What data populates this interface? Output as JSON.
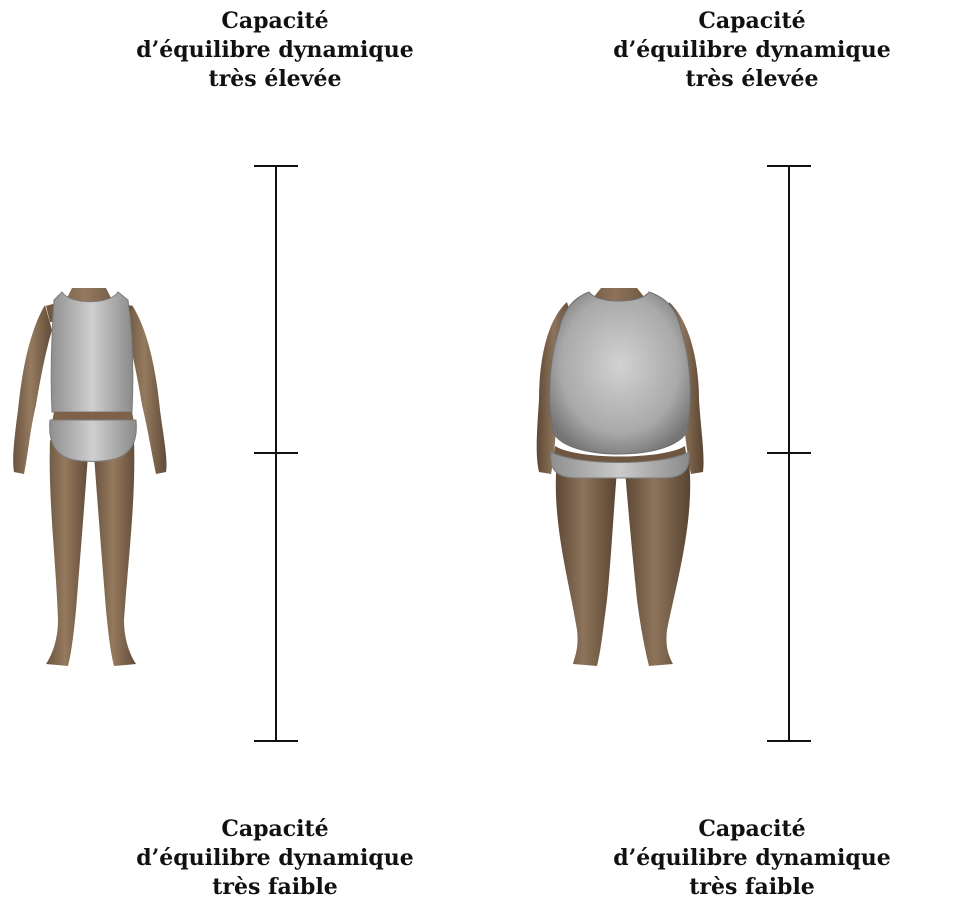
{
  "panels": [
    {
      "id": "normal-weight",
      "label_top": [
        "Capacité",
        "d’équilibre dynamique",
        "très élevée"
      ],
      "label_bottom": [
        "Capacité",
        "d’équilibre dynamique",
        "très faible"
      ],
      "figure": "woman-normal-weight-figure"
    },
    {
      "id": "obese",
      "label_top": [
        "Capacité",
        "d’équilibre dynamique",
        "très élevée"
      ],
      "label_bottom": [
        "Capacité",
        "d’équilibre dynamique",
        "très faible"
      ],
      "figure": "woman-obese-figure"
    }
  ],
  "colors": {
    "skin": "#8a6e52",
    "skin_shadow": "#5e4734",
    "garment": "#b7b7b7",
    "garment_shadow": "#8c8c8c",
    "scale_line": "#111111"
  }
}
